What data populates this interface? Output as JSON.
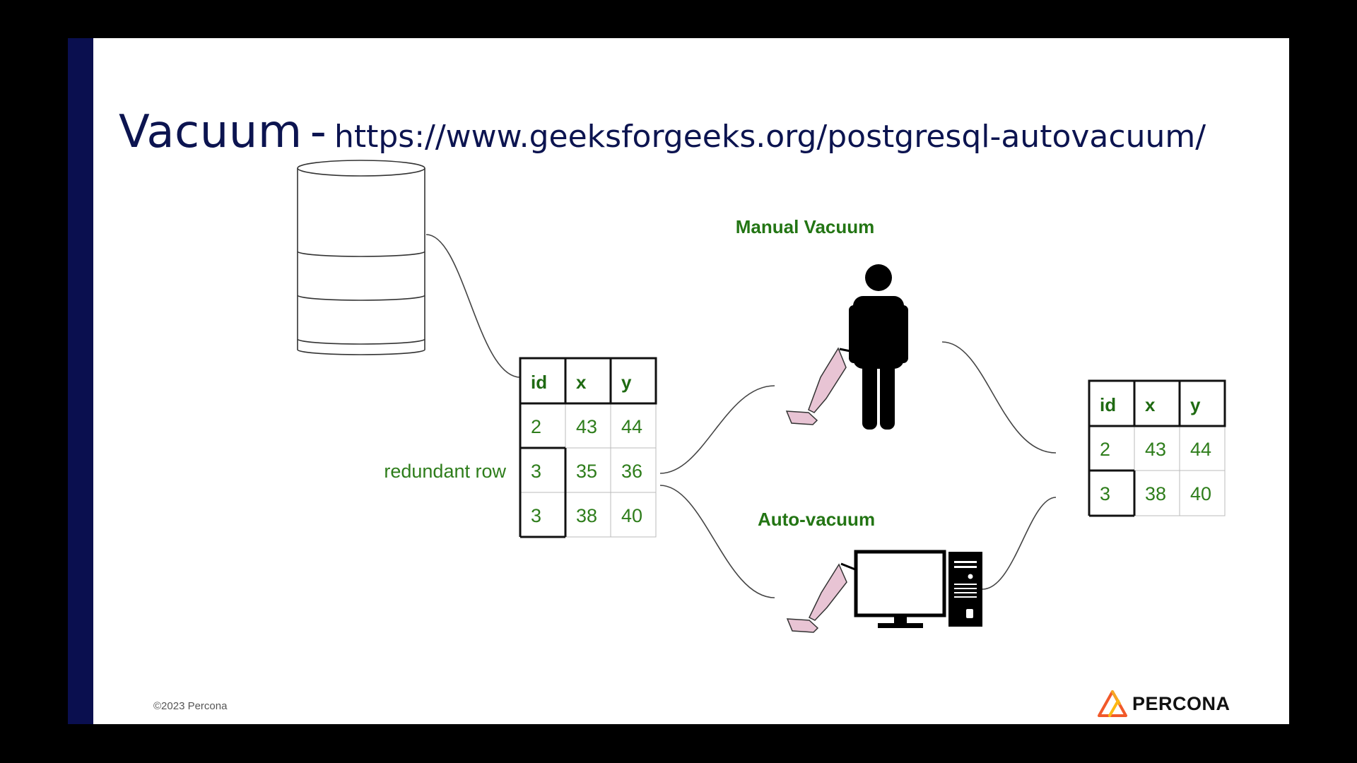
{
  "slide": {
    "title": "Vacuum",
    "title_separator": "-",
    "title_url": "https://www.geeksforgeeks.org/postgresql-autovacuum/",
    "copyright": "©2023 Percona",
    "logo_text": "PERCONA"
  },
  "colors": {
    "accent_bar": "#0a0f4f",
    "title": "#0c1450",
    "table_text": "#2e7d1b",
    "vacuum_pink": "#e8c4d4"
  },
  "diagram": {
    "redundant_label": "redundant row",
    "manual_label": "Manual Vacuum",
    "auto_label": "Auto-vacuum",
    "table_before": {
      "headers": [
        "id",
        "x",
        "y"
      ],
      "rows": [
        [
          "2",
          "43",
          "44"
        ],
        [
          "3",
          "35",
          "36"
        ],
        [
          "3",
          "38",
          "40"
        ]
      ]
    },
    "table_after": {
      "headers": [
        "id",
        "x",
        "y"
      ],
      "rows": [
        [
          "2",
          "43",
          "44"
        ],
        [
          "3",
          "38",
          "40"
        ]
      ]
    }
  }
}
